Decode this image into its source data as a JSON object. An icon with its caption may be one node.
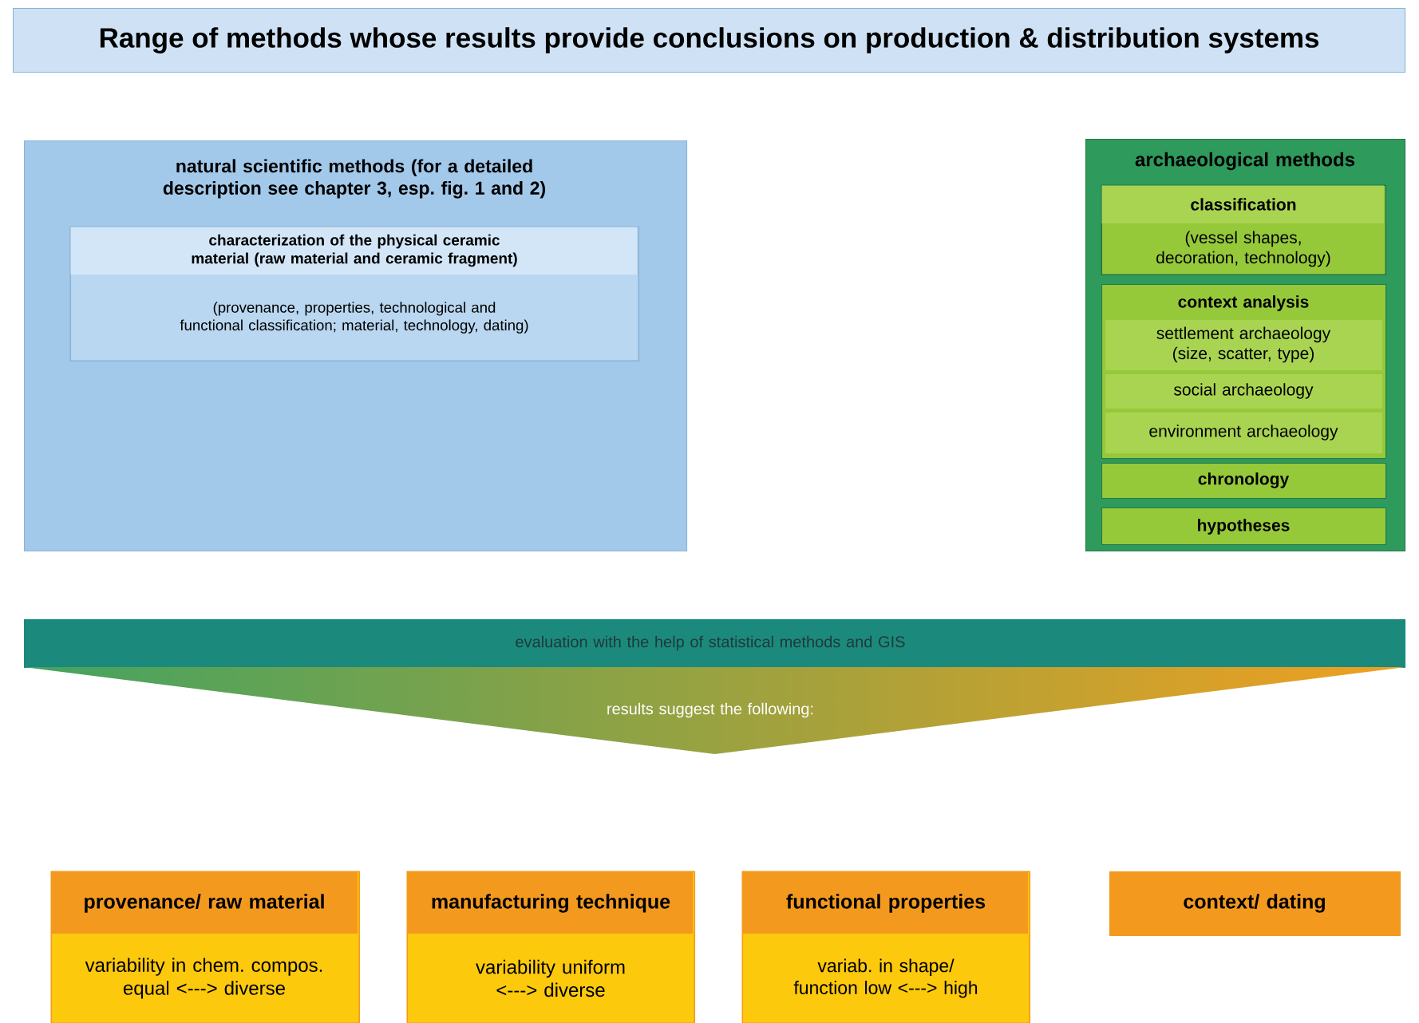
{
  "diagram": {
    "title": "Range of methods whose results provide conclusions on production & distribution systems",
    "nodes": [
      {
        "text": [
          "natural scientific methods (for a detailed description see chapter 3, esp. fig. 1 and 2)"
        ]
      },
      {
        "text": [
          "characterization of the physical ceramic material (raw material and ceramic fragment)",
          "(provenance, properties, technological and functional classification; material, technology, dating)"
        ],
        "in": 0
      },
      {
        "text": [
          "archaeological methods"
        ]
      },
      {
        "text": [
          "classification",
          "(vessel shapes, decoration, technology)"
        ],
        "in": 2
      },
      {
        "text": [
          "context analysis"
        ],
        "in": 2
      },
      {
        "text": [
          "settlement archaeology (size, scatter, type)"
        ],
        "in": 4
      },
      {
        "text": [
          "social archaeology"
        ],
        "in": 4
      },
      {
        "text": [
          "environment archaeology"
        ],
        "in": 4
      },
      {
        "text": [
          "chronology"
        ],
        "in": 2
      },
      {
        "text": [
          "hypotheses"
        ],
        "in": 2
      },
      {
        "text": [
          "evaluation with the help of statistical methods and GIS"
        ]
      },
      {
        "text": [
          "results suggest the following:"
        ]
      },
      {
        "text": [
          "provenance/ raw material",
          "variability in chem. compos. equal <---> diverse"
        ]
      },
      {
        "text": [
          "manufacturing technique",
          "variability uniform <---> diverse"
        ]
      },
      {
        "text": [
          "functional properties",
          "variab. in shape/ function low <---> high"
        ]
      },
      {
        "text": [
          "context/ dating"
        ]
      }
    ]
  }
}
